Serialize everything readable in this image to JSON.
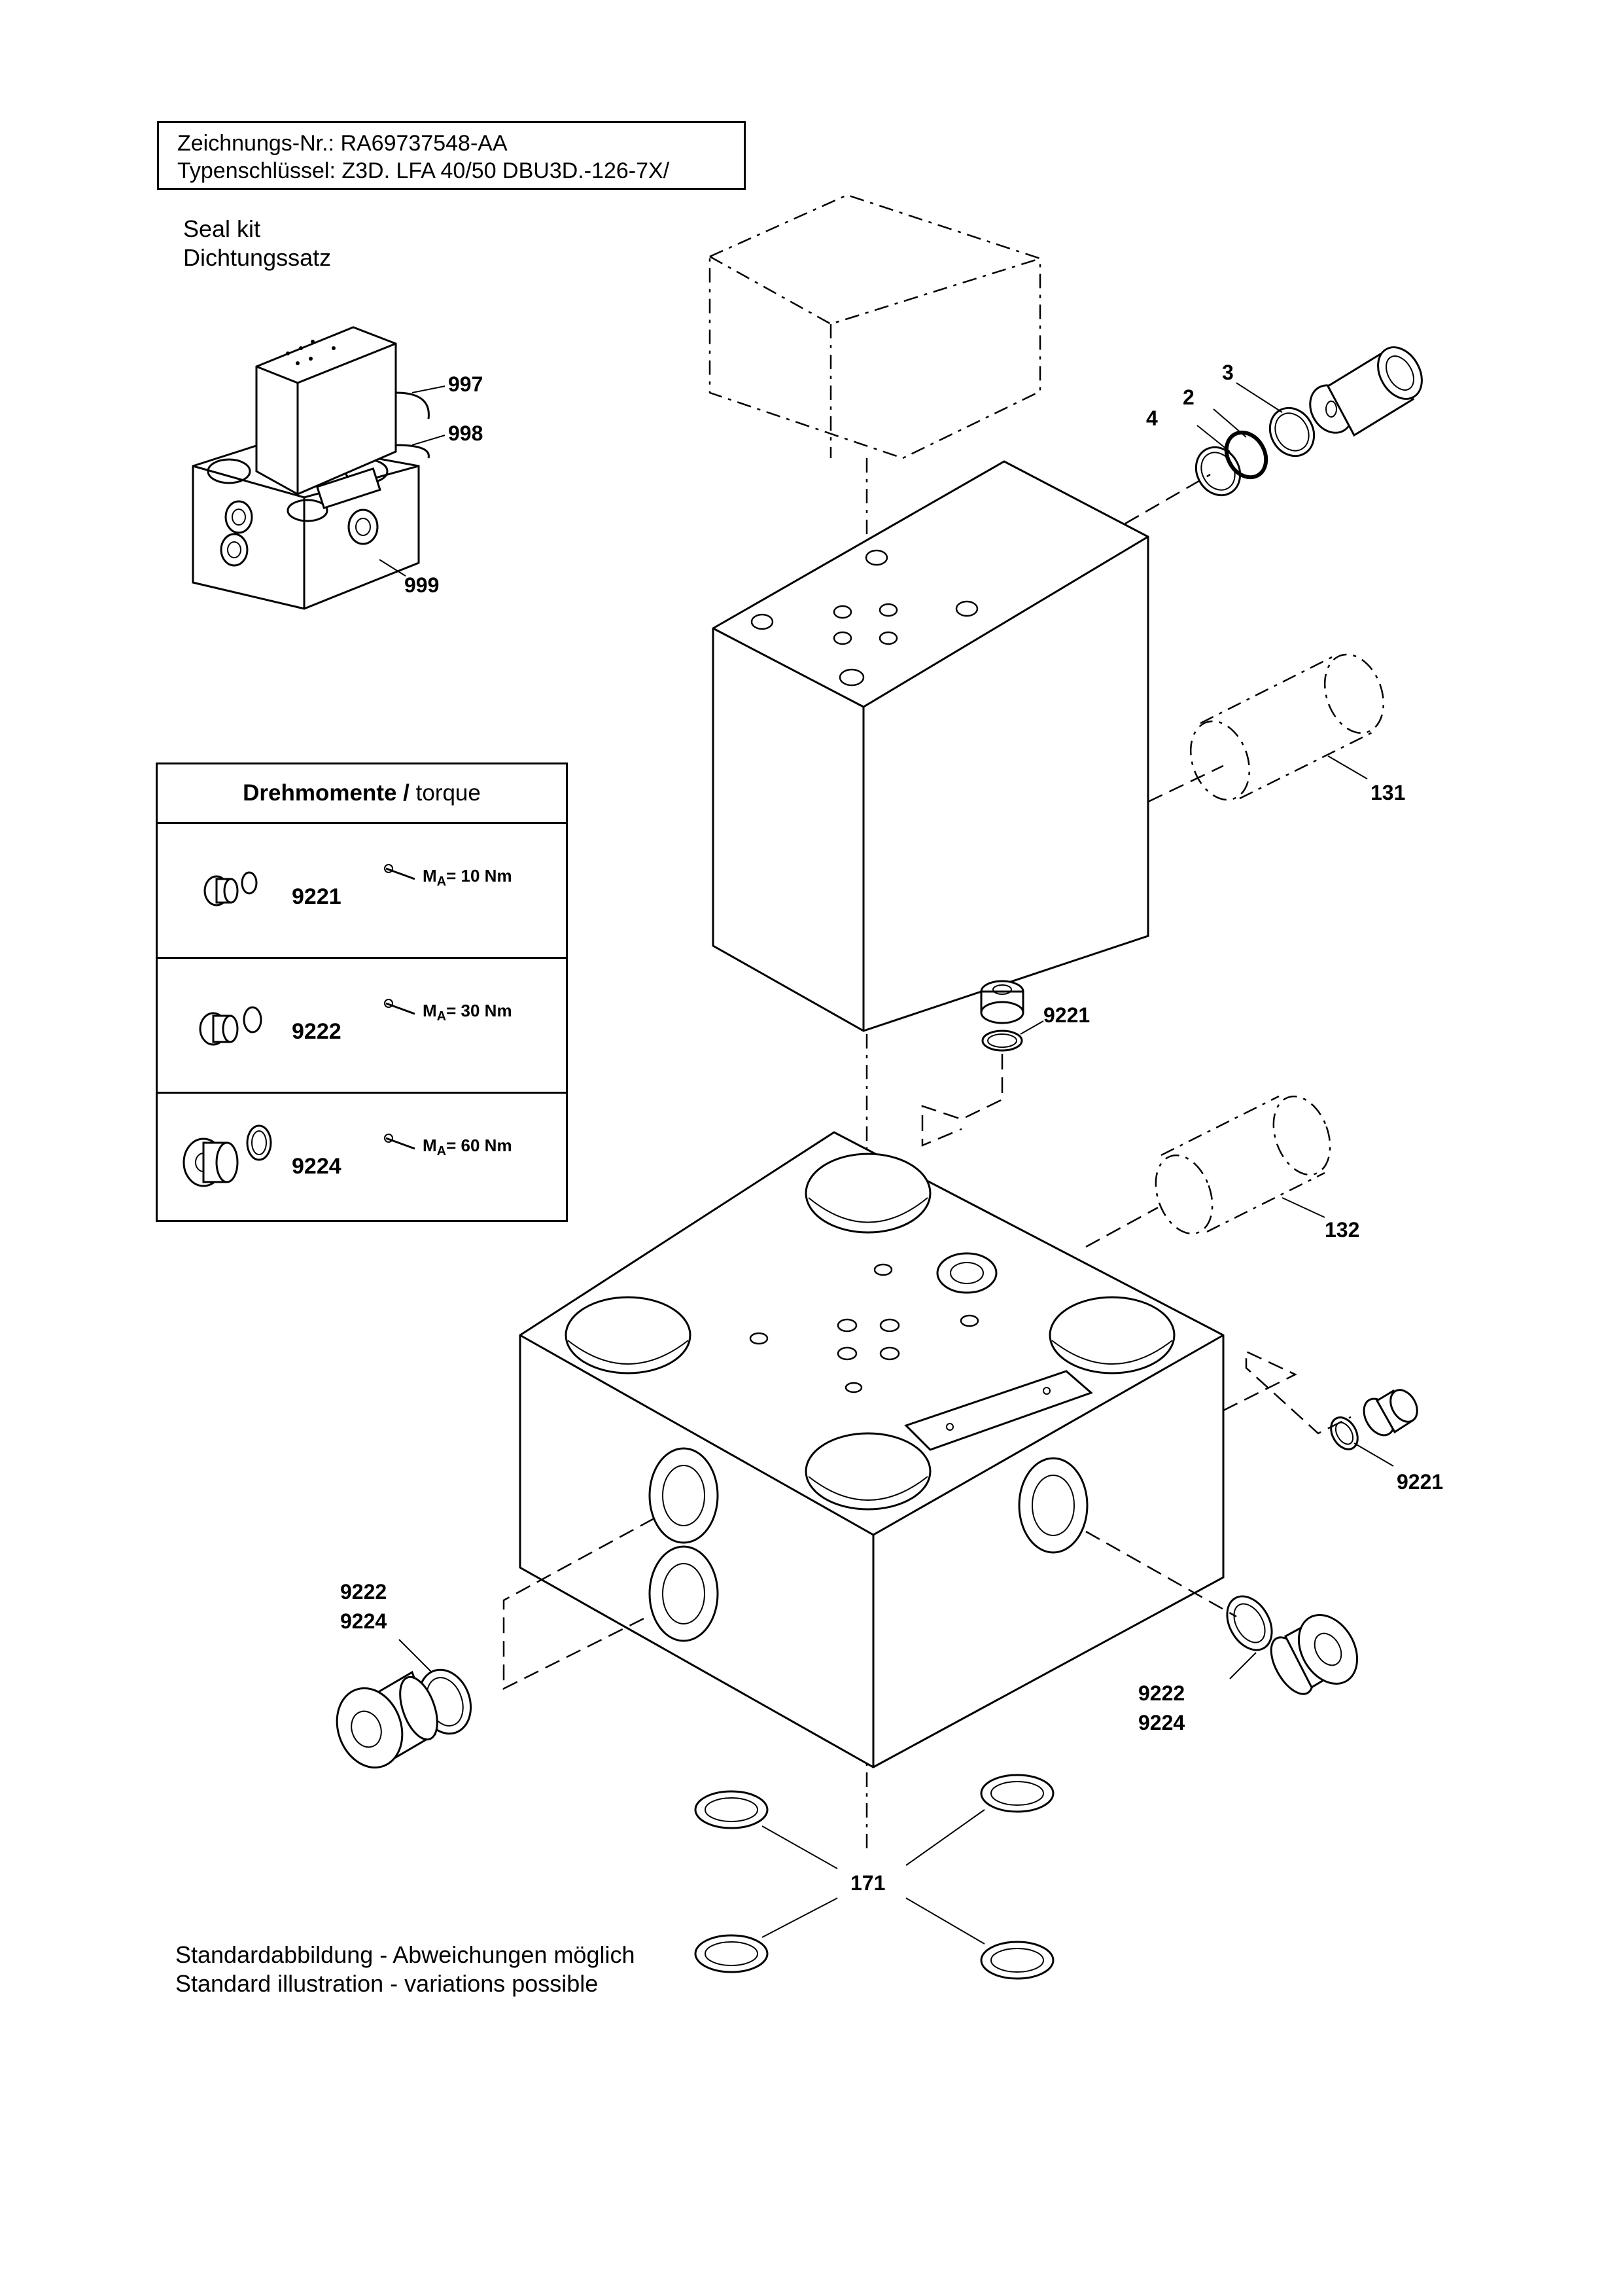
{
  "title_block": {
    "drawing_no": "Zeichnungs-Nr.: RA69737548-AA",
    "type_key": "Typenschlüssel: Z3D. LFA 40/50 DBU3D.-126-7X/"
  },
  "seal_kit": {
    "line1": "Seal kit",
    "line2": "Dichtungssatz",
    "parts": [
      "997",
      "998",
      "999"
    ]
  },
  "torque_table": {
    "header_bold": "Drehmomente /",
    "header_light": "torque",
    "rows": [
      {
        "part": "9221",
        "ma_label": "M",
        "ma_sub": "A",
        "ma_value": "= 10 Nm"
      },
      {
        "part": "9222",
        "ma_label": "M",
        "ma_sub": "A",
        "ma_value": "= 30 Nm"
      },
      {
        "part": "9224",
        "ma_label": "M",
        "ma_sub": "A",
        "ma_value": "= 60 Nm"
      }
    ]
  },
  "callouts": {
    "c2": "2",
    "c3": "3",
    "c4": "4",
    "c131": "131",
    "c132": "132",
    "c9221_top": "9221",
    "c9221_right": "9221",
    "c9222_left": "9222",
    "c9224_left": "9224",
    "c9222_right": "9222",
    "c9224_right": "9224",
    "c171": "171"
  },
  "footer": {
    "line1": "Standardabbildung - Abweichungen möglich",
    "line2": "Standard illustration - variations possible"
  }
}
